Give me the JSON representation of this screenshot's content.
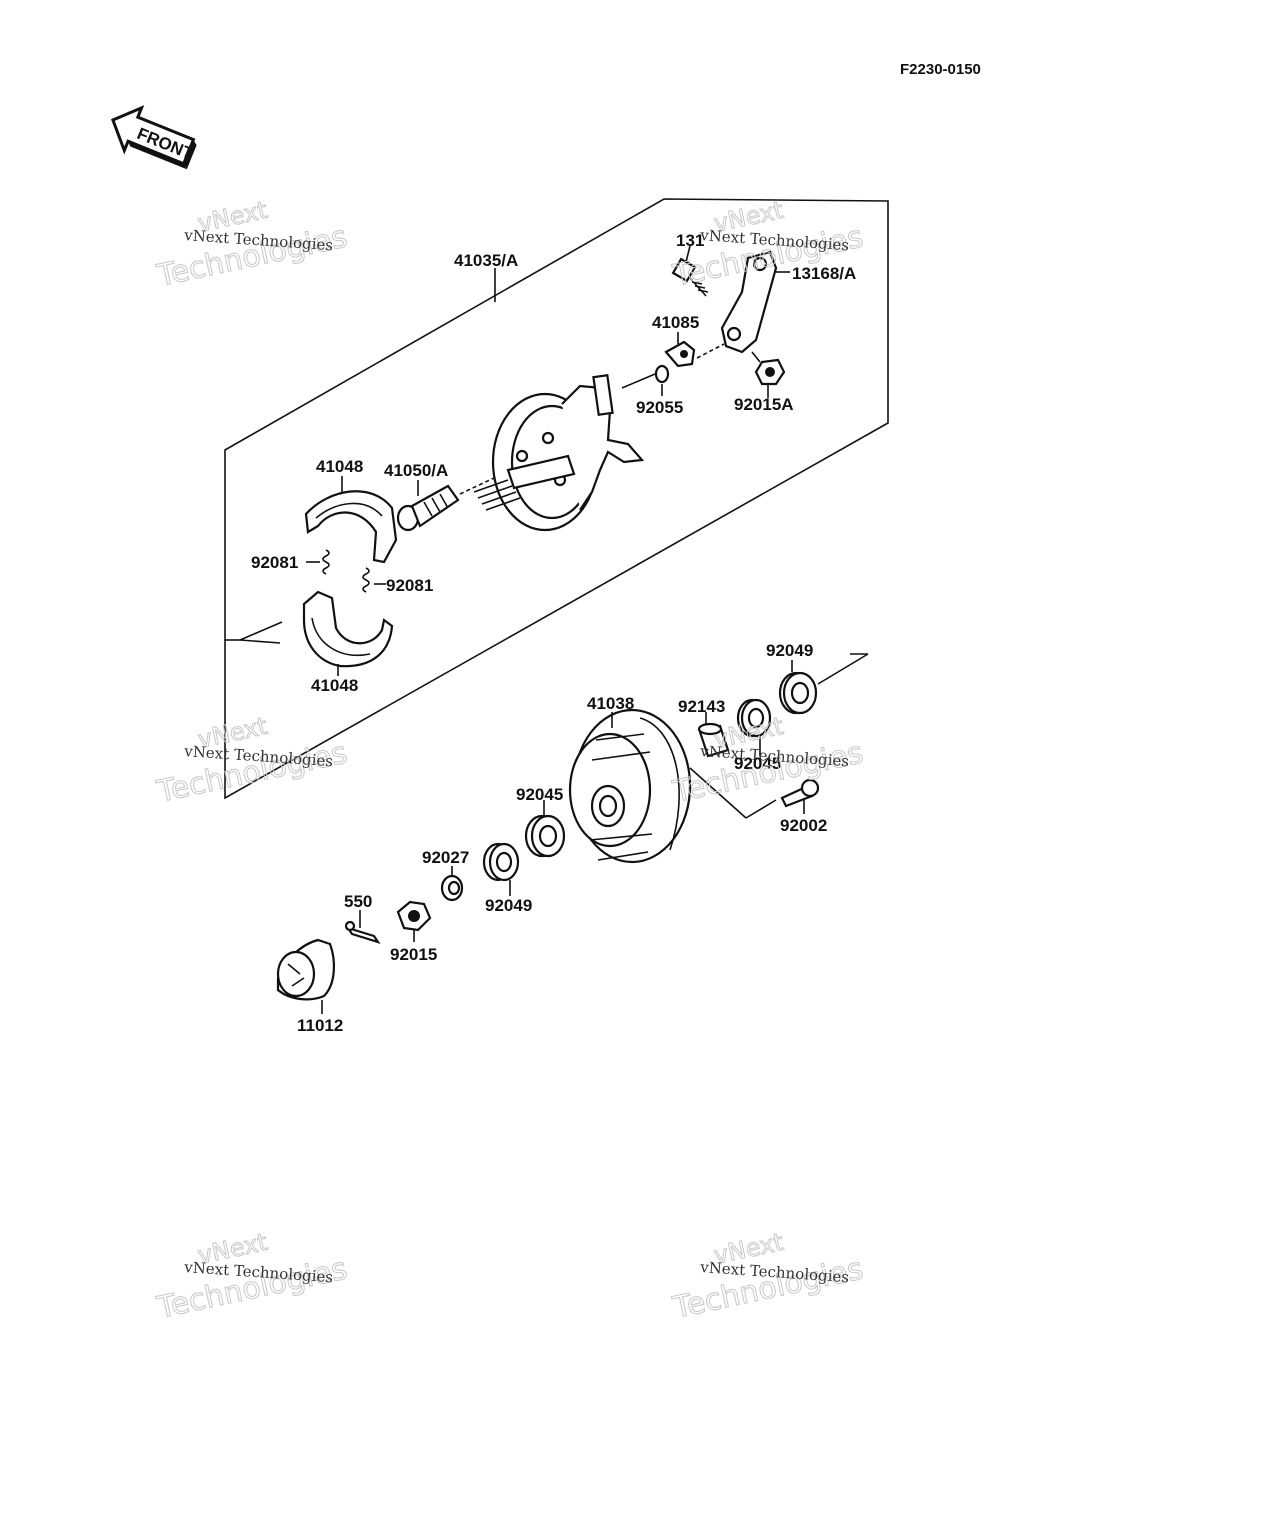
{
  "diagram_code": "F2230-0150",
  "front_label": "FRONT",
  "watermark": {
    "line1": "vNext",
    "line2": "Technologies",
    "small": "vNext Technologies"
  },
  "parts": {
    "assy_41035": "41035/A",
    "p131": "131",
    "p13168": "13168/A",
    "p41085": "41085",
    "p92055": "92055",
    "p92015A": "92015A",
    "p41048_top": "41048",
    "p41050": "41050/A",
    "p92081_left": "92081",
    "p92081_right": "92081",
    "p41048_bottom": "41048",
    "p92049_right": "92049",
    "p41038": "41038",
    "p92143": "92143",
    "p92045_right": "92045",
    "p92002": "92002",
    "p92045_left": "92045",
    "p92027": "92027",
    "p92049_left": "92049",
    "p550": "550",
    "p92015": "92015",
    "p11012": "11012"
  }
}
